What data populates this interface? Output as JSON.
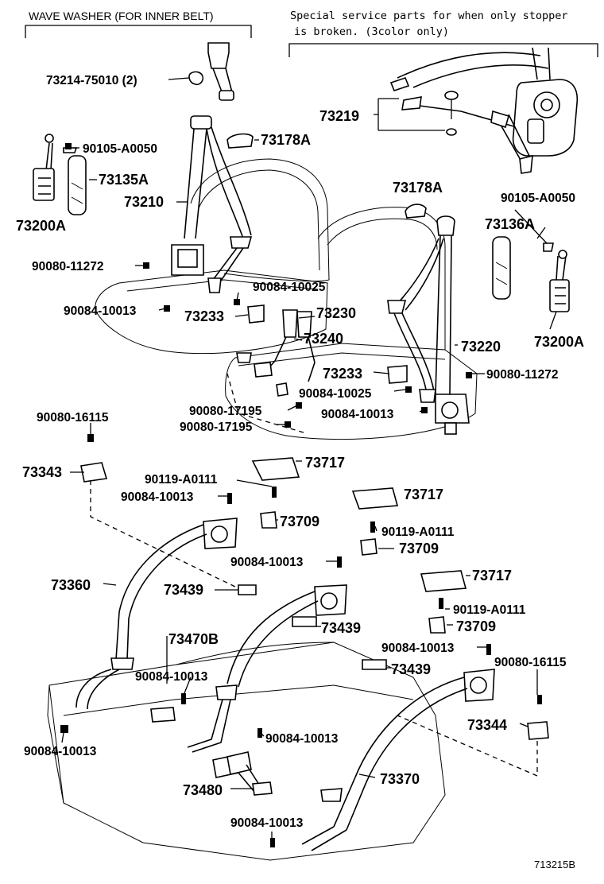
{
  "headers": {
    "wave_washer_note": "WAVE WASHER (FOR INNER BELT)",
    "special_note_line1": "Special service parts for when only stopper",
    "special_note_line2": "is broken. (3color only)"
  },
  "diagram_ref": "713215B",
  "parts": {
    "p73214_75010": "73214-75010 (2)",
    "p90105_A0050_left": "90105-A0050",
    "p73178A_left": "73178A",
    "p73135A": "73135A",
    "p73210": "73210",
    "p73200A_left": "73200A",
    "p90080_11272_left": "90080-11272",
    "p90084_10025_top": "90084-10025",
    "p90084_10013_a": "90084-10013",
    "p73233_left": "73233",
    "p73230": "73230",
    "p73240": "73240",
    "p73219": "73219",
    "p73178A_right": "73178A",
    "p90105_A0050_right": "90105-A0050",
    "p73136A": "73136A",
    "p73220": "73220",
    "p73200A_right": "73200A",
    "p73233_right": "73233",
    "p90080_11272_right": "90080-11272",
    "p90084_10025_bot": "90084-10025",
    "p90084_10013_b": "90084-10013",
    "p90080_17195_a": "90080-17195",
    "p90080_17195_b": "90080-17195",
    "p90080_16115_left": "90080-16115",
    "p73343": "73343",
    "p73717_a": "73717",
    "p90119_A0111_a": "90119-A0111",
    "p90084_10013_c": "90084-10013",
    "p73709_a": "73709",
    "p73717_b": "73717",
    "p90119_A0111_b": "90119-A0111",
    "p73709_b": "73709",
    "p90084_10013_d": "90084-10013",
    "p73717_c": "73717",
    "p73360": "73360",
    "p73439_a": "73439",
    "p90119_A0111_c": "90119-A0111",
    "p73709_c": "73709",
    "p73439_b": "73439",
    "p73470B": "73470B",
    "p90084_10013_e": "90084-10013",
    "p90080_16115_right": "90080-16115",
    "p73439_c": "73439",
    "p90084_10013_f": "90084-10013",
    "p73344": "73344",
    "p90084_10013_g": "90084-10013",
    "p90084_10013_h": "90084-10013",
    "p73370": "73370",
    "p73480": "73480",
    "p90084_10013_i": "90084-10013"
  }
}
